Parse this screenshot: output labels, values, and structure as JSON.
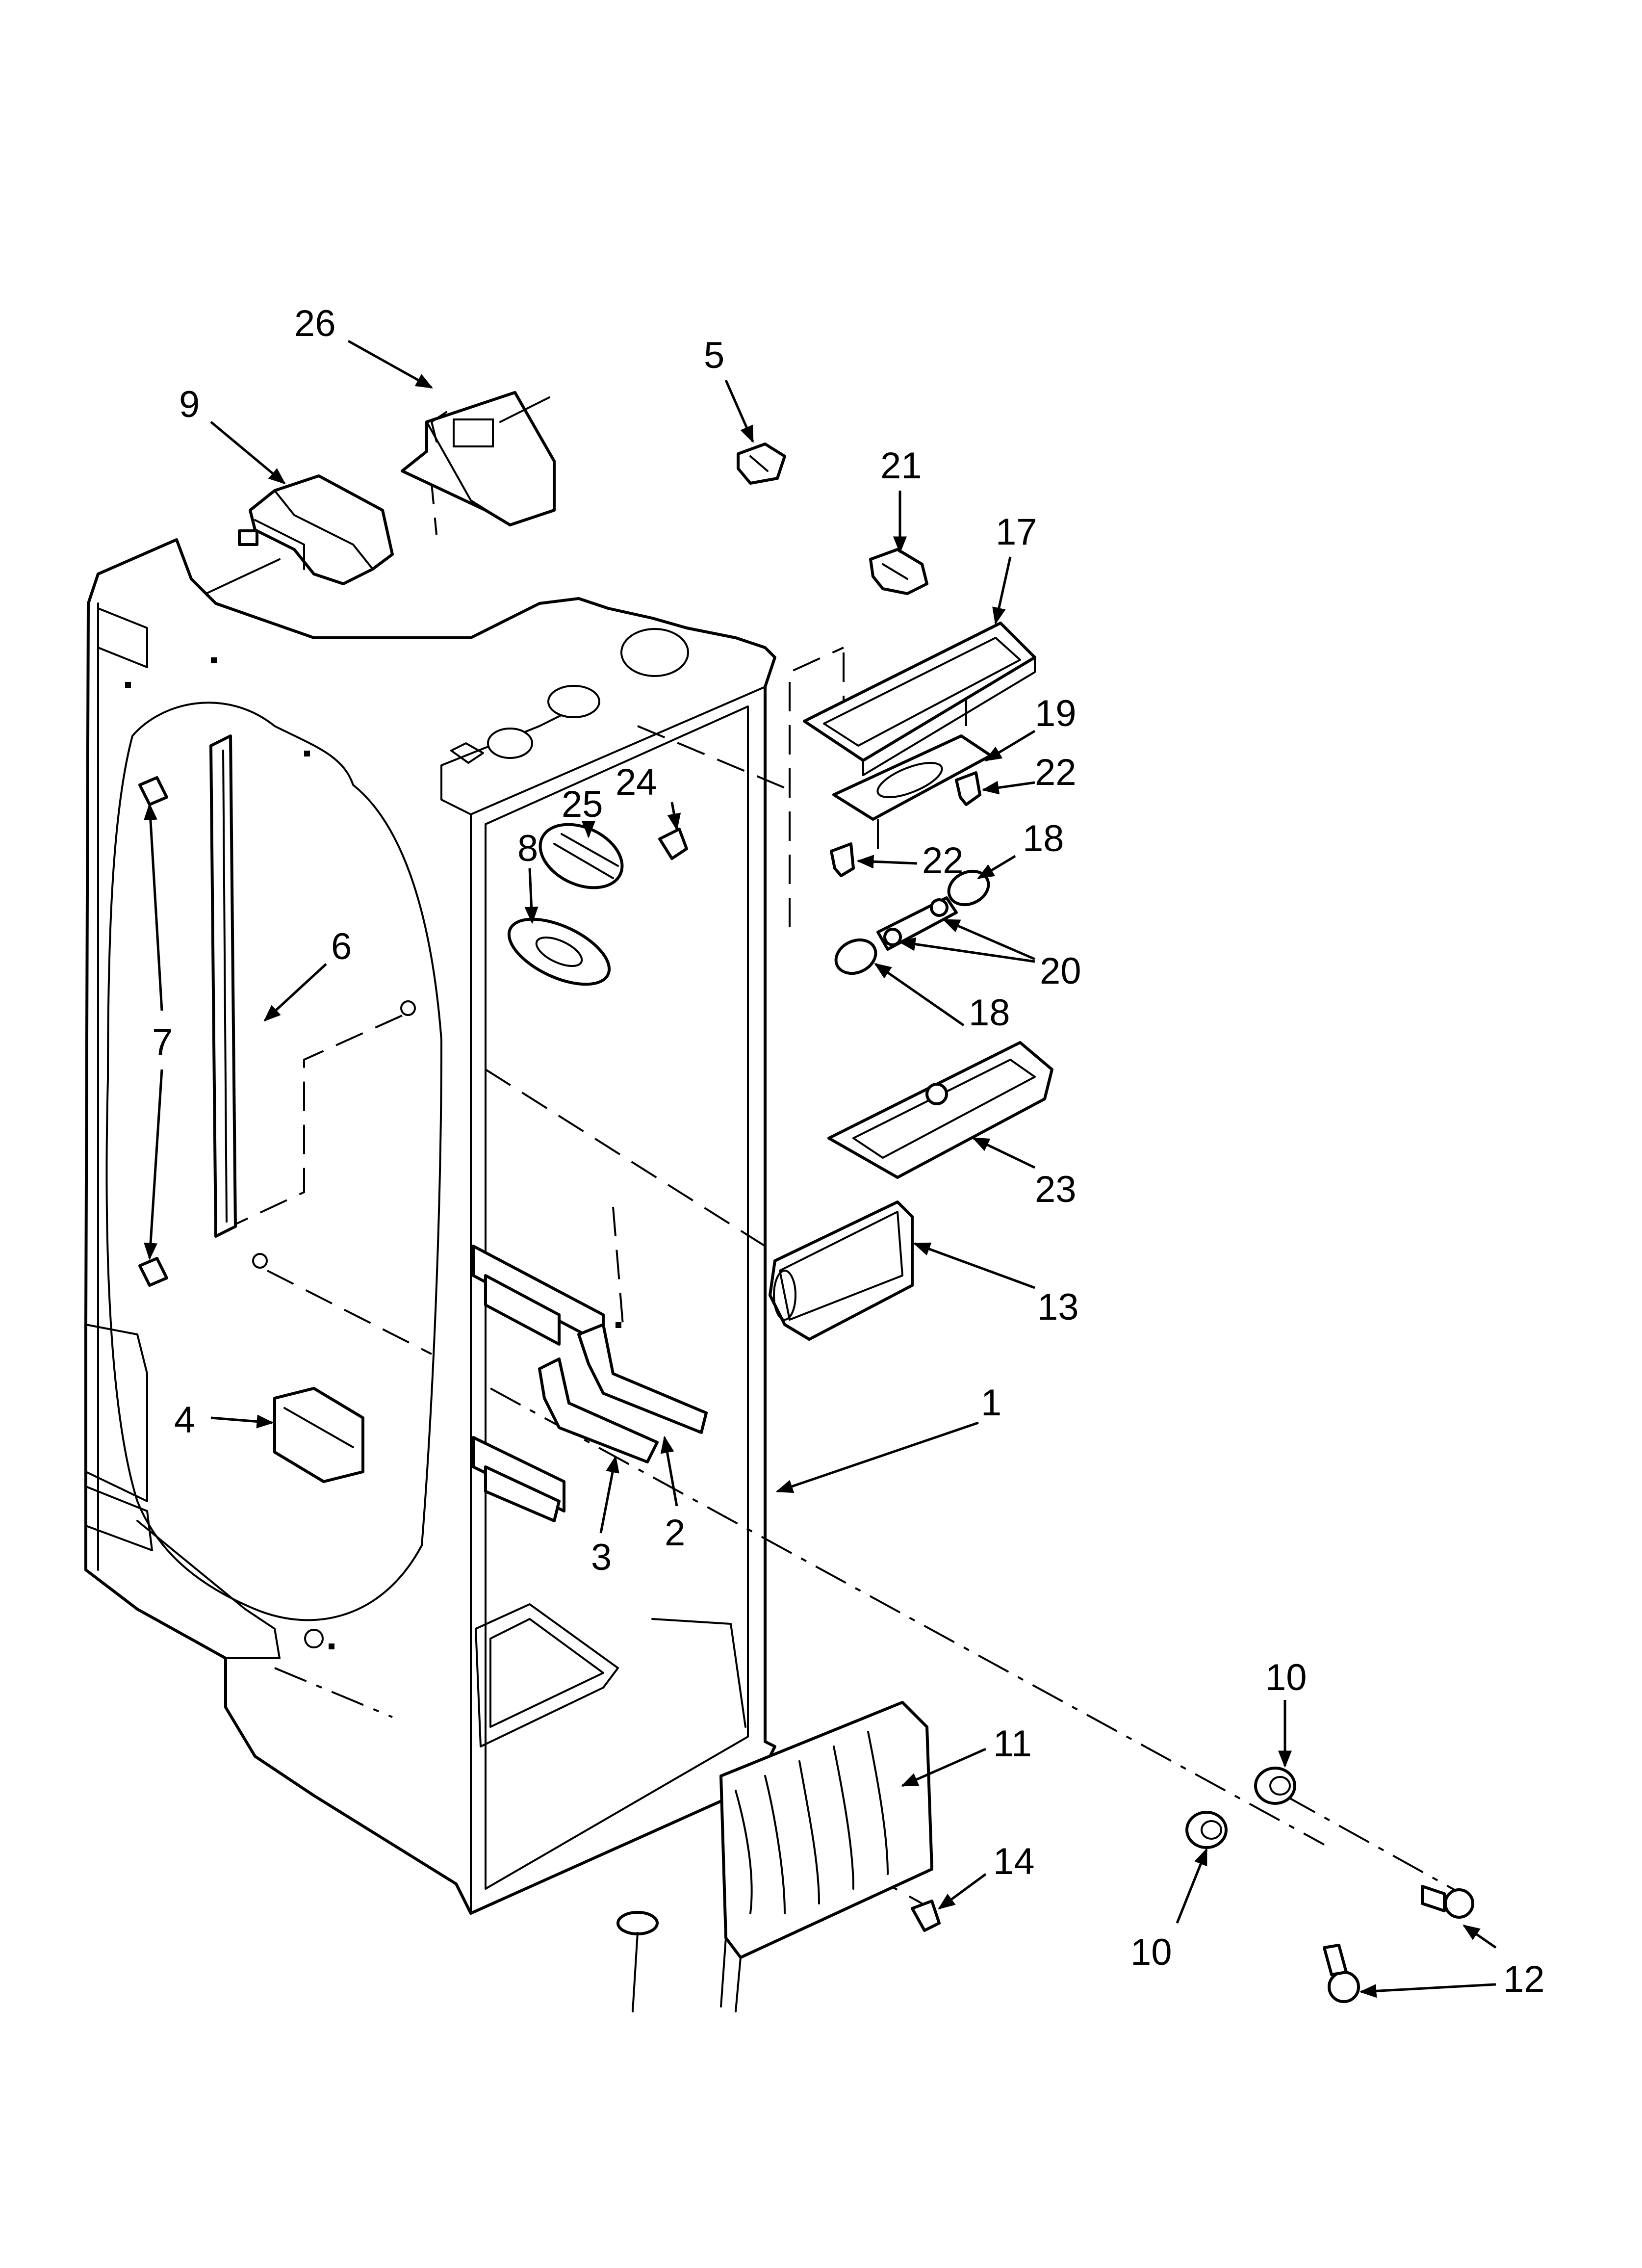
{
  "callouts": [
    {
      "id": "26",
      "text": "26"
    },
    {
      "id": "9",
      "text": "9"
    },
    {
      "id": "5",
      "text": "5"
    },
    {
      "id": "21",
      "text": "21"
    },
    {
      "id": "17",
      "text": "17"
    },
    {
      "id": "19",
      "text": "19"
    },
    {
      "id": "22a",
      "text": "22"
    },
    {
      "id": "22b",
      "text": "22"
    },
    {
      "id": "24",
      "text": "24"
    },
    {
      "id": "25",
      "text": "25"
    },
    {
      "id": "8",
      "text": "8"
    },
    {
      "id": "6",
      "text": "6"
    },
    {
      "id": "7",
      "text": "7"
    },
    {
      "id": "18a",
      "text": "18"
    },
    {
      "id": "20",
      "text": "20"
    },
    {
      "id": "18b",
      "text": "18"
    },
    {
      "id": "23",
      "text": "23"
    },
    {
      "id": "13",
      "text": "13"
    },
    {
      "id": "4",
      "text": "4"
    },
    {
      "id": "1",
      "text": "1"
    },
    {
      "id": "3",
      "text": "3"
    },
    {
      "id": "2",
      "text": "2"
    },
    {
      "id": "10a",
      "text": "10"
    },
    {
      "id": "11",
      "text": "11"
    },
    {
      "id": "14",
      "text": "14"
    },
    {
      "id": "10b",
      "text": "10"
    },
    {
      "id": "12",
      "text": "12"
    }
  ]
}
